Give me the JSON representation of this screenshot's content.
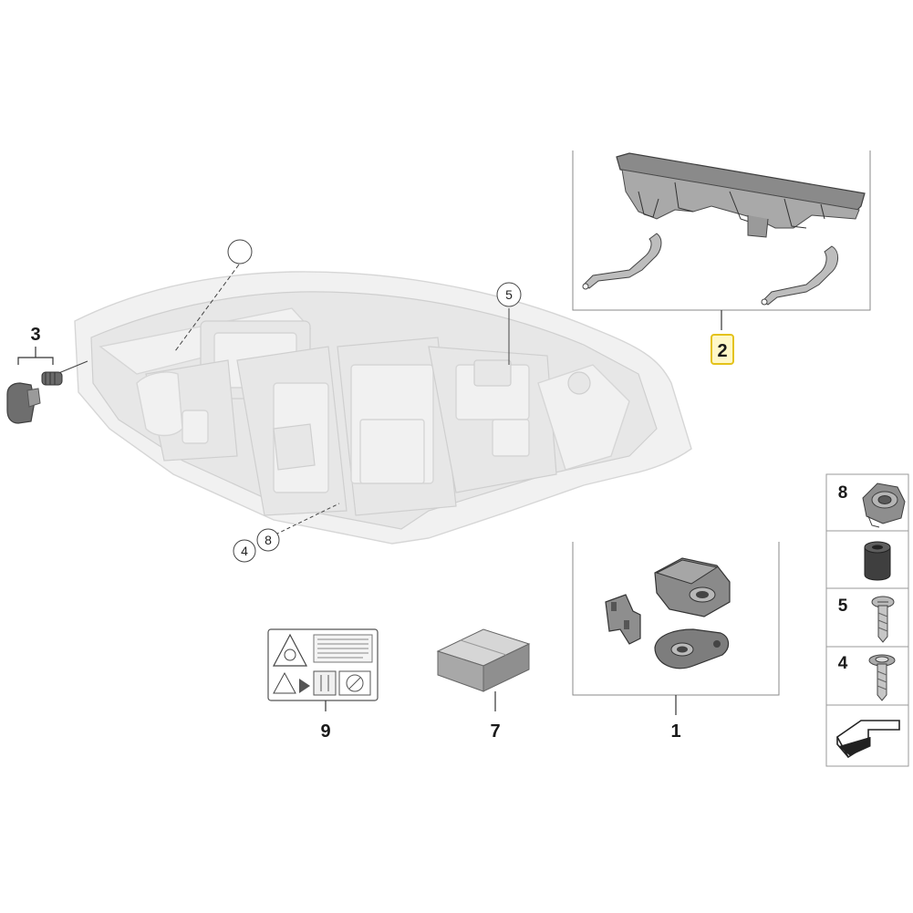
{
  "callouts": {
    "part_1": "1",
    "part_2": "2",
    "part_3": "3",
    "part_4": "4",
    "part_5": "5",
    "part_7": "7",
    "part_8": "8",
    "part_9": "9"
  },
  "housing_callouts": {
    "circle_5": "5",
    "circle_4": "4",
    "circle_8": "8",
    "circle_blank": ""
  },
  "side_panel": {
    "row_8": "8",
    "row_5": "5",
    "row_4": "4"
  },
  "highlight_color": "#e4c21a"
}
